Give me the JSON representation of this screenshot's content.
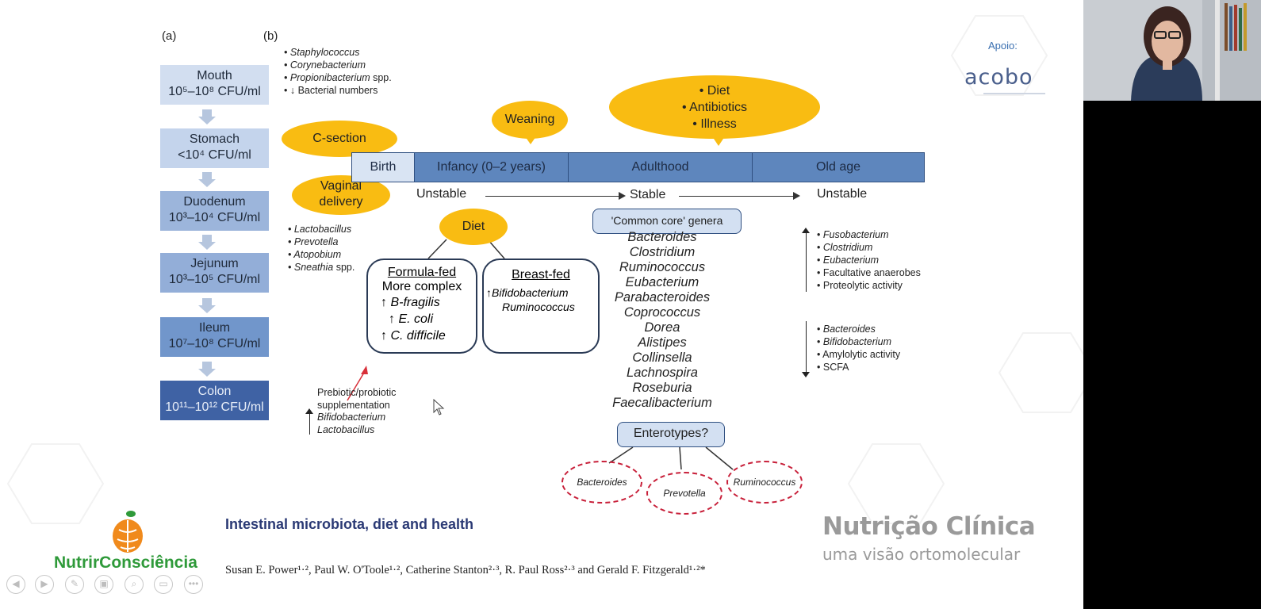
{
  "panel_labels": {
    "a": "(a)",
    "b": "(b)"
  },
  "organs": [
    {
      "name": "Mouth",
      "count": "10⁵–10⁸ CFU/ml"
    },
    {
      "name": "Stomach",
      "count": "<10⁴ CFU/ml"
    },
    {
      "name": "Duodenum",
      "count": "10³–10⁴ CFU/ml"
    },
    {
      "name": "Jejunum",
      "count": "10³–10⁵ CFU/ml"
    },
    {
      "name": "Ileum",
      "count": "10⁷–10⁸ CFU/ml"
    },
    {
      "name": "Colon",
      "count": "10¹¹–10¹² CFU/ml"
    }
  ],
  "csection_list": [
    "Staphylococcus",
    "Corynebacterium",
    "Propionibacterium",
    "spp.",
    "↓ Bacterial numbers"
  ],
  "vaginal_list": [
    "Lactobacillus",
    "Prevotella",
    "Atopobium",
    "Sneathia",
    "spp."
  ],
  "ovals": {
    "csection": "C-section",
    "vaginal": [
      "Vaginal",
      "delivery"
    ],
    "weaning": "Weaning",
    "life_events": [
      "Diet",
      "Antibiotics",
      "Illness"
    ],
    "diet": "Diet"
  },
  "timeline": [
    "Birth",
    "Infancy (0–2 years)",
    "Adulthood",
    "Old age"
  ],
  "stability": [
    "Unstable",
    "Stable",
    "Unstable"
  ],
  "formula_fed": {
    "title": "Formula-fed",
    "line1": "More complex",
    "items": [
      "B-fragilis",
      "E. coli",
      "C. difficile"
    ]
  },
  "breast_fed": {
    "title": "Breast-fed",
    "items": [
      "Bifidobacterium",
      "Ruminococcus"
    ]
  },
  "prebiotic": {
    "line1": "Prebiotic/probiotic",
    "line2": "supplementation",
    "items": [
      "Bifidobacterium",
      "Lactobacillus"
    ]
  },
  "core": {
    "label": "'Common core' genera",
    "genera": [
      "Bacteroides",
      "Clostridium",
      "Ruminococcus",
      "Eubacterium",
      "Parabacteroides",
      "Coprococcus",
      "Dorea",
      "Alistipes",
      "Collinsella",
      "Lachnospira",
      "Roseburia",
      "Faecalibacterium"
    ]
  },
  "enterotypes": {
    "label": "Enterotypes?",
    "types": [
      "Bacteroides",
      "Prevotella",
      "Ruminococcus"
    ]
  },
  "old_age_up": [
    "Fusobacterium",
    "Clostridium",
    "Eubacterium",
    "Facultative anaerobes",
    "Proteolytic activity"
  ],
  "old_age_down": [
    "Bacteroides",
    "Bifidobacterium",
    "Amylolytic activity",
    "SCFA"
  ],
  "sponsor": {
    "label": "Apoio:",
    "logo": "acobo"
  },
  "citation": {
    "title": "Intestinal microbiota, diet and health",
    "authors": "Susan E. Power¹·², Paul W. O'Toole¹·², Catherine Stanton²·³, R. Paul Ross²·³ and Gerald F. Fitzgerald¹·²*"
  },
  "branding": {
    "left_logo": "NutrirConsciência",
    "title": "Nutrição Clínica",
    "subtitle": "uma visão ortomolecular"
  },
  "colors": {
    "oval": "#f9bc12",
    "timeline": "#5e86bd",
    "brand_green": "#2f9a3a",
    "brand_orange": "#f08a1c",
    "dashed": "#c8203a"
  }
}
